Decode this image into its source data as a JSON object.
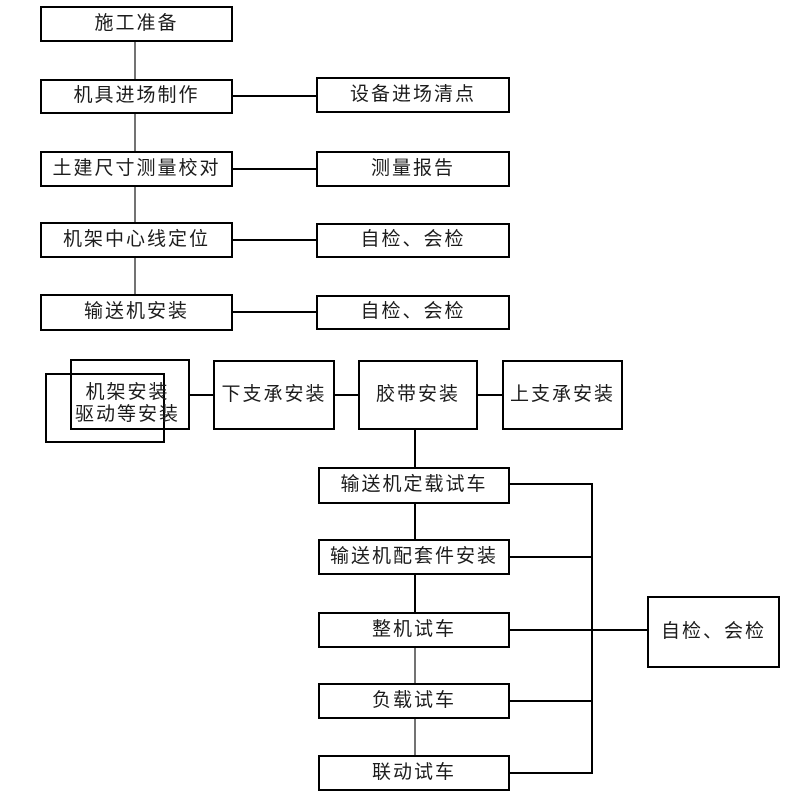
{
  "diagram": {
    "title": "conveyor-installation-construction-flowchart",
    "colors": {
      "background": "#ffffff",
      "box_border": "#000000",
      "text": "#1c1c1c",
      "connector_black": "#000000",
      "connector_gray": "#737373"
    },
    "nodes": {
      "prep": {
        "label": "施工准备"
      },
      "equipment_entry": {
        "label": "机具进场制作"
      },
      "equipment_check": {
        "label": "设备进场清点"
      },
      "civil_measure": {
        "label": "土建尺寸测量校对"
      },
      "measure_report": {
        "label": "测量报告"
      },
      "centerline": {
        "label": "机架中心线定位"
      },
      "check1": {
        "label": "自检、会检"
      },
      "conveyor_install": {
        "label": "输送机安装"
      },
      "check2": {
        "label": "自检、会检"
      },
      "frame_install": {
        "line1": "机架安装",
        "line2": "驱动等安装"
      },
      "lower_support": {
        "label": "下支承安装"
      },
      "belt_install": {
        "label": "胶带安装"
      },
      "upper_support": {
        "label": "上支承安装"
      },
      "fixed_load_test": {
        "label": "输送机定载试车"
      },
      "accessories": {
        "label": "输送机配套件安装"
      },
      "whole_machine_test": {
        "label": "整机试车"
      },
      "load_test": {
        "label": "负载试车"
      },
      "linkage_test": {
        "label": "联动试车"
      },
      "check3": {
        "label": "自检、会检"
      }
    },
    "edges": [
      "prep→equipment_entry",
      "equipment_entry→equipment_check",
      "equipment_entry→civil_measure",
      "civil_measure→measure_report",
      "civil_measure→centerline",
      "centerline→check1",
      "centerline→conveyor_install",
      "conveyor_install→check2",
      "frame_install→lower_support",
      "lower_support→belt_install",
      "belt_install→upper_support",
      "belt_install→fixed_load_test",
      "fixed_load_test→accessories",
      "accessories→whole_machine_test",
      "whole_machine_test→load_test",
      "load_test→linkage_test",
      "fixed_load_test→check3",
      "accessories→check3",
      "whole_machine_test→check3",
      "load_test→check3",
      "linkage_test→check3"
    ]
  }
}
